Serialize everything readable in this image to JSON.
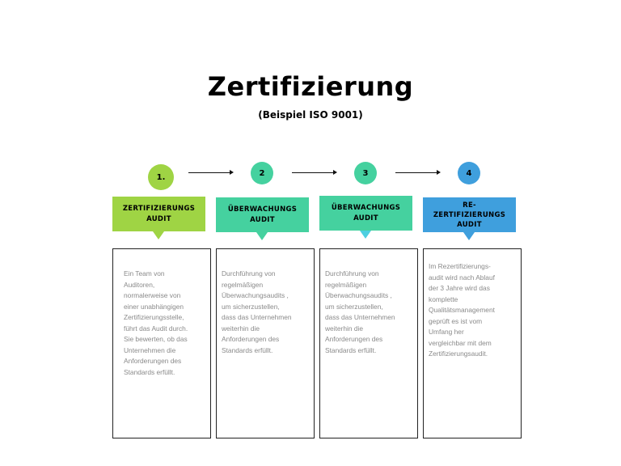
{
  "title": "Zertifizierung",
  "subtitle": "(Beispiel ISO 9001)",
  "colors": {
    "step1": "#9fd444",
    "step2": "#45d19f",
    "step3": "#45d19f",
    "step3_pointer": "#4dcfe0",
    "step4": "#3f9fdd"
  },
  "steps": [
    {
      "number": "1.",
      "stage": "ZERTIFIZIERUNGS\nAUDIT",
      "text": "Ein Team von\nAuditoren,\nnormalerweise von\neiner unabhängigen\nZertifizierungsstelle,\nführt das Audit durch.\nSie bewerten, ob das\nUnternehmen die\nAnforderungen des\nStandards erfüllt."
    },
    {
      "number": "2",
      "stage": "ÜBERWACHUNGS\nAUDIT",
      "text": "Durchführung von\nregelmäßigen\nÜberwachungsaudits ,\num sicherzustellen,\ndass das Unternehmen\nweiterhin die\nAnforderungen des\nStandards erfüllt."
    },
    {
      "number": "3",
      "stage": "ÜBERWACHUNGS\nAUDIT",
      "text": "Durchführung von\nregelmäßigen\nÜberwachungsaudits ,\num sicherzustellen,\ndass das Unternehmen\nweiterhin die\nAnforderungen des\nStandards erfüllt."
    },
    {
      "number": "4",
      "stage": "RE-\nZERTIFIZIERUNGS\nAUDIT",
      "text": "Im Rezertifizierungs-\naudit wird nach Ablauf\nder 3 Jahre wird das\nkomplette\nQualitätsmanagement\ngeprüft es ist vom\nUmfang her\nvergleichbar mit dem\nZertifizierungsaudit."
    }
  ]
}
